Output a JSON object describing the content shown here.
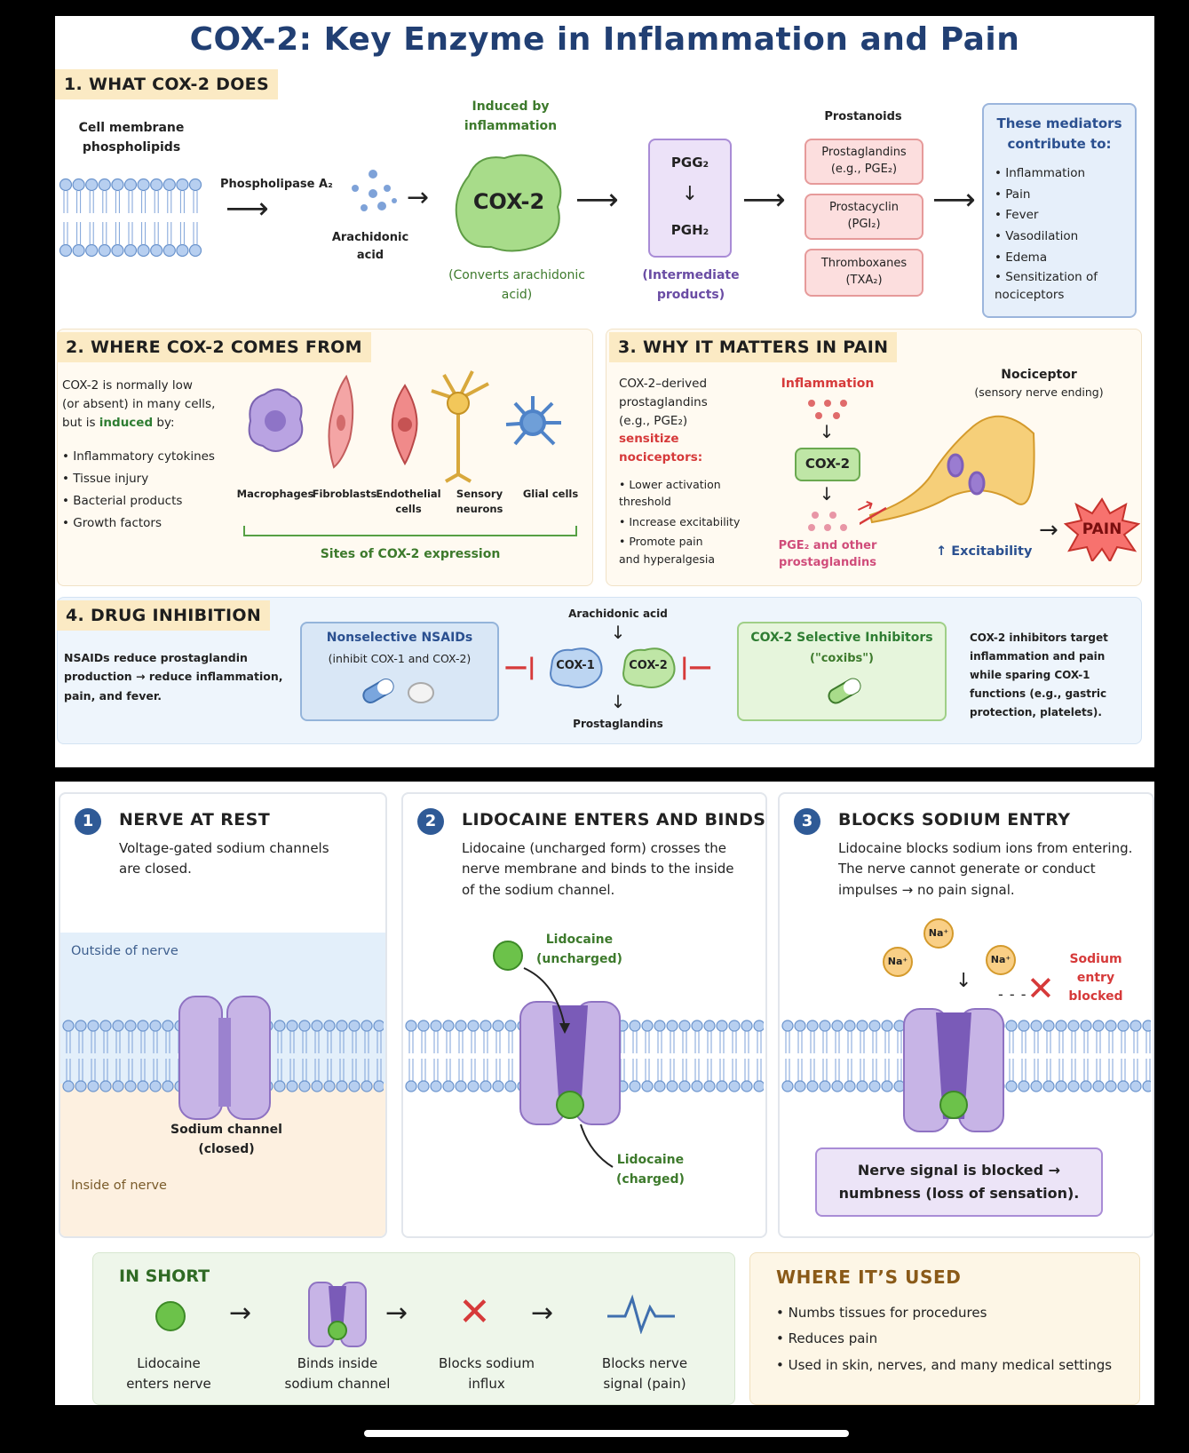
{
  "title": "COX-2: Key Enzyme in Inflammation and Pain",
  "s1": {
    "heading": "1. WHAT COX-2 DOES",
    "membrane_label": "Cell membrane\nphospholipids",
    "phospholipase": "Phospholipase A₂",
    "arachidonic": "Arachidonic\nacid",
    "induced": "Induced by\ninflammation",
    "cox2": "COX-2",
    "converts": "(Converts arachidonic\nacid)",
    "pgg2": "PGG₂",
    "pgh2": "PGH₂",
    "intermediate": "(Intermediate\nproducts)",
    "prostanoids": "Prostanoids",
    "prostanoid_items": [
      "Prostaglandins\n(e.g., PGE₂)",
      "Prostacyclin\n(PGI₂)",
      "Thromboxanes\n(TXA₂)"
    ],
    "mediators_title": "These mediators\ncontribute to:",
    "mediators": [
      "Inflammation",
      "Pain",
      "Fever",
      "Vasodilation",
      "Edema",
      "Sensitization of\nnociceptors"
    ]
  },
  "s2": {
    "heading": "2. WHERE COX-2 COMES FROM",
    "intro_a": "COX-2 is normally low\n(or absent) in many cells,\nbut is ",
    "intro_induced": "induced",
    "intro_b": " by:",
    "inducers": [
      "Inflammatory cytokines",
      "Tissue injury",
      "Bacterial products",
      "Growth factors"
    ],
    "cells": [
      "Macrophages",
      "Fibroblasts",
      "Endothelial\ncells",
      "Sensory\nneurons",
      "Glial cells"
    ],
    "sites": "Sites of COX-2 expression"
  },
  "s3": {
    "heading": "3. WHY IT MATTERS IN PAIN",
    "derived": "COX-2–derived\nprostaglandins\n(e.g., PGE₂)",
    "sensitize": "sensitize\nnociceptors:",
    "effects": [
      "Lower activation\nthreshold",
      "Increase excitability",
      "Promote pain\nand hyperalgesia"
    ],
    "inflammation": "Inflammation",
    "cox2": "COX-2",
    "pge2_other": "PGE₂ and other\nprostaglandins",
    "nociceptor": "Nociceptor",
    "nociceptor_sub": "(sensory nerve ending)",
    "excitability": "↑ Excitability",
    "pain": "PAIN"
  },
  "s4": {
    "heading": "4. DRUG INHIBITION",
    "nsaid_text": "NSAIDs reduce prostaglandin\nproduction → reduce inflammation,\npain, and fever.",
    "nonselective_title": "Nonselective NSAIDs",
    "nonselective_sub": "(inhibit COX-1 and COX-2)",
    "arachidonic": "Arachidonic acid",
    "cox1": "COX-1",
    "cox2": "COX-2",
    "prostaglandins": "Prostaglandins",
    "selective_title": "COX-2 Selective Inhibitors",
    "selective_sub": "(\"coxibs\")",
    "note": "COX-2 inhibitors target\ninflammation and pain\nwhile sparing COX-1\nfunctions (e.g., gastric\nprotection, platelets)."
  },
  "p1": {
    "num": "1",
    "title": "NERVE AT REST",
    "desc": "Voltage-gated sodium channels\nare closed.",
    "outside": "Outside of nerve",
    "inside": "Inside of nerve",
    "channel": "Sodium channel\n(closed)"
  },
  "p2": {
    "num": "2",
    "title": "LIDOCAINE ENTERS AND BINDS",
    "desc": "Lidocaine (uncharged form) crosses the\nnerve membrane and binds to the inside\nof the sodium channel.",
    "uncharged": "Lidocaine\n(uncharged)",
    "charged": "Lidocaine\n(charged)"
  },
  "p3": {
    "num": "3",
    "title": "BLOCKS SODIUM ENTRY",
    "desc": "Lidocaine blocks sodium ions from entering.\nThe nerve cannot generate or conduct\nimpulses → no pain signal.",
    "na": "Na⁺",
    "blocked": "Sodium\nentry\nblocked",
    "result": "Nerve signal is blocked →\nnumbness (loss of sensation)."
  },
  "short": {
    "title": "IN SHORT",
    "steps": [
      "Lidocaine\nenters nerve",
      "Binds inside\nsodium channel",
      "Blocks sodium\ninflux",
      "Blocks nerve\nsignal (pain)"
    ]
  },
  "used": {
    "title": "WHERE IT’S USED",
    "items": [
      "Numbs tissues for procedures",
      "Reduces pain",
      "Used in skin, nerves, and many medical settings"
    ]
  },
  "colors": {
    "blue_dark": "#2f5a96",
    "red": "#d63a3a",
    "green_fill": "#a8dc8a",
    "purple": "#c7b4e6"
  }
}
